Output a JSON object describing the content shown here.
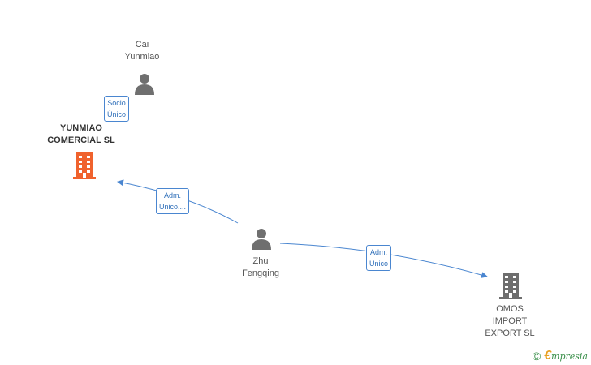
{
  "nodes": {
    "cai": {
      "name": "Cai\nYunmiao",
      "icon": "person-icon"
    },
    "yunmiao": {
      "name": "YUNMIAO\nCOMERCIAL SL",
      "icon": "building-icon",
      "color": "#f0622d"
    },
    "zhu": {
      "name": "Zhu\nFengqing",
      "icon": "person-icon"
    },
    "omos": {
      "name": "OMOS\nIMPORT\nEXPORT SL",
      "icon": "building-icon",
      "color": "#6e6e6e"
    }
  },
  "edges": {
    "socio": {
      "label": "Socio\nÚnico"
    },
    "adm1": {
      "label": "Adm.\nUnico,..."
    },
    "adm2": {
      "label": "Adm.\nUnico"
    }
  },
  "colors": {
    "edge": "#4a86d0",
    "person": "#6f6f6f"
  },
  "brand": {
    "copyright": "©",
    "initial": "€",
    "name": "mpresia"
  }
}
